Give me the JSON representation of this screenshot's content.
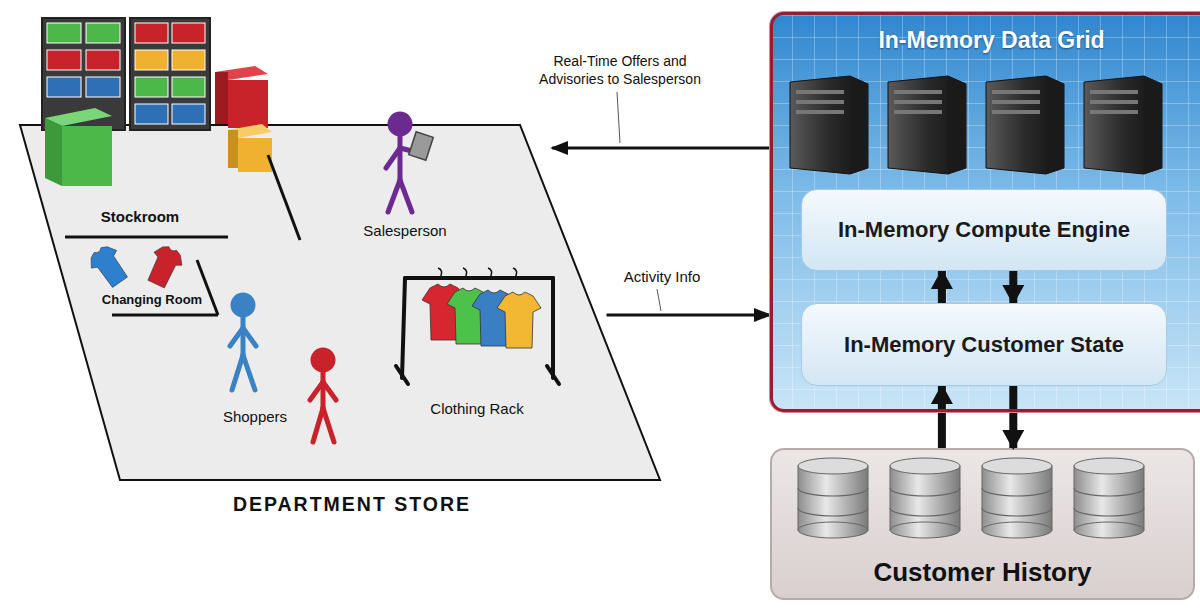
{
  "diagram": {
    "nodes": [
      {
        "text": [
          "DEPARTMENT STORE"
        ]
      },
      {
        "text": [
          "In-Memory Data Grid"
        ]
      },
      {
        "text": [
          "In-Memory Compute Engine"
        ],
        "in": 1
      },
      {
        "text": [
          "In-Memory Customer State"
        ],
        "in": 1
      },
      {
        "text": [
          "Customer History"
        ]
      }
    ],
    "edges": [
      {
        "from": 1,
        "to": 0,
        "arrow": "to",
        "label": "Real-Time Offers and Advisories to Salesperson"
      },
      {
        "from": 0,
        "to": 1,
        "arrow": "to",
        "label": "Activity Info"
      },
      {
        "from": 3,
        "to": 2,
        "arrow": "to"
      },
      {
        "from": 2,
        "to": 3,
        "arrow": "to"
      },
      {
        "from": 4,
        "to": 3,
        "arrow": "to"
      },
      {
        "from": 3,
        "to": 4,
        "arrow": "to"
      }
    ],
    "labels": [
      "Stockroom",
      "Changing Room",
      "Salesperson",
      "Shoppers",
      "Clothing Rack"
    ]
  }
}
